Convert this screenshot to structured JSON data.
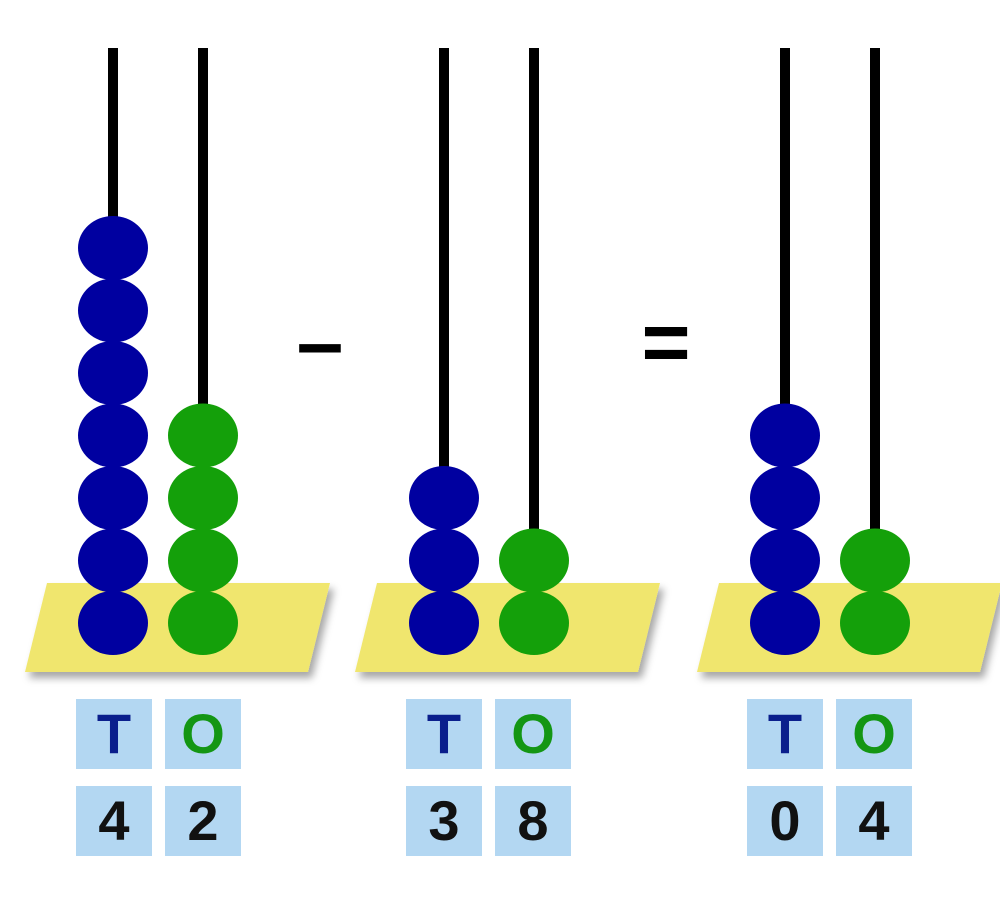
{
  "operators": {
    "minus": "–",
    "equals": "="
  },
  "colors": {
    "tens_bead": "#0000a0",
    "ones_bead": "#14a00a",
    "rod": "#000000",
    "base": "#f0e66e",
    "label_bg": "#b3d7f2",
    "tens_letter": "#0a1e8c",
    "ones_letter": "#149614"
  },
  "abaci": [
    {
      "id": "first",
      "tens_label": "T",
      "ones_label": "O",
      "tens_digit": "4",
      "ones_digit": "2",
      "tens_beads": 7,
      "ones_beads": 4
    },
    {
      "id": "second",
      "tens_label": "T",
      "ones_label": "O",
      "tens_digit": "3",
      "ones_digit": "8",
      "tens_beads": 3,
      "ones_beads": 2
    },
    {
      "id": "result",
      "tens_label": "T",
      "ones_label": "O",
      "tens_digit": "0",
      "ones_digit": "4",
      "tens_beads": 4,
      "ones_beads": 2
    }
  ]
}
